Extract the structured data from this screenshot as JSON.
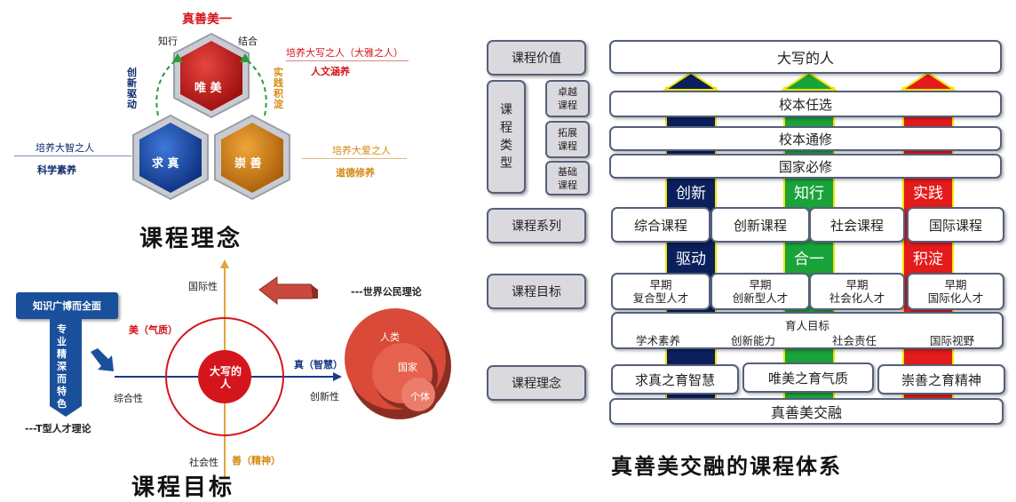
{
  "concept": {
    "top_title": "真善美一",
    "zhixing": "知行",
    "jiehe": "结合",
    "hex_wei": "唯 美",
    "hex_qiu": "求 真",
    "hex_chong": "崇 善",
    "arc_left": "创新驱动",
    "arc_right": "实践积淀",
    "right_top_1": "培养大写之人（大雅之人）",
    "right_top_2": "人文涵养",
    "left_1": "培养大智之人",
    "left_2": "科学素养",
    "right_bot_1": "培养大爱之人",
    "right_bot_2": "道德修养",
    "title": "课程理念"
  },
  "goal": {
    "t_box_top": "知识广博而全面",
    "t_box_stem": "专业精深而特色",
    "t_theory": "---T型人才理论",
    "axis_top": "国际性",
    "axis_left": "综合性",
    "axis_right": "创新性",
    "axis_bottom": "社会性",
    "mei": "美（气质）",
    "zhen": "真（智慧）",
    "shan": "善（精神）",
    "center": "大写的人",
    "world": "---世界公民理论",
    "renlei": "人类",
    "guojia": "国家",
    "geti": "个体",
    "title": "课程目标"
  },
  "system": {
    "title": "真善美交融的课程体系",
    "labels": {
      "value": "课程价值",
      "type": "课程类型",
      "series": "课程系列",
      "goal": "课程目标",
      "concept": "课程理念"
    },
    "sub": {
      "zhuoyue": "卓越课程",
      "tuozhan": "拓展课程",
      "jichu": "基础课程"
    },
    "rows": {
      "daxie": "大写的人",
      "xiaoben_renxuan": "校本任选",
      "xiaoben_tongxiu": "校本通修",
      "guojia_bixiu": "国家必修",
      "zhenshanmei": "真善美交融"
    },
    "tags": {
      "chuangxin": "创新",
      "zhixing": "知行",
      "shijian": "实践",
      "qudong": "驱动",
      "heyi": "合一",
      "jidian": "积淀"
    },
    "series": [
      "综合课程",
      "创新课程",
      "社会课程",
      "国际课程"
    ],
    "goals": [
      {
        "l1": "早期",
        "l2": "复合型人才"
      },
      {
        "l1": "早期",
        "l2": "创新型人才"
      },
      {
        "l1": "早期",
        "l2": "社会化人才"
      },
      {
        "l1": "早期",
        "l2": "国际化人才"
      }
    ],
    "yuren": {
      "title": "育人目标",
      "items": [
        "学术素养",
        "创新能力",
        "社会责任",
        "国际视野"
      ]
    },
    "concepts": [
      "求真之育智慧",
      "唯美之育气质",
      "崇善之育精神"
    ],
    "colors": {
      "navy": "#0a1f5c",
      "green": "#1aa33a",
      "red": "#e31b1b",
      "yellow": "#f2e600"
    }
  }
}
